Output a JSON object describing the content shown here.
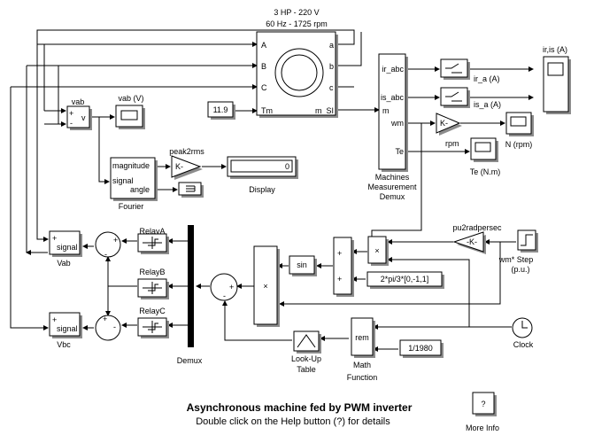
{
  "motor": {
    "line1": "3 HP - 220 V",
    "line2": "60 Hz - 1725 rpm",
    "port_a_in": "A",
    "port_b_in": "B",
    "port_c_in": "C",
    "port_tm": "Tm",
    "port_a_out": "a",
    "port_b_out": "b",
    "port_c_out": "c",
    "port_msi": "m_SI"
  },
  "torque_const": "11.9",
  "vab_block": {
    "title": "vab",
    "v_label": "v",
    "plus": "+",
    "minus": "-"
  },
  "vab_scope": {
    "title": "vab (V)"
  },
  "fourier": {
    "in_magnitude": "magnitude",
    "in_signal": "signal",
    "in_angle": "angle",
    "label": "Fourier"
  },
  "peak2rms": {
    "title": "peak2rms",
    "gain": "K-"
  },
  "display": {
    "value": "0",
    "label": "Display"
  },
  "measurement": {
    "port_m": "m",
    "out_ir": "ir_abc",
    "out_is": "is_abc",
    "out_wm": "wm",
    "out_te": "Te",
    "label_l1": "Machines",
    "label_l2": "Measurement",
    "label_l3": "Demux"
  },
  "ir_a": "ir_a (A)",
  "is_a": "is_a (A)",
  "iris_scope": "ir,is (A)",
  "rpm_gain": {
    "gain": "K-",
    "label": "rpm"
  },
  "n_scope": "N (rpm)",
  "te_scope": "Te (N.m)",
  "vab_sig": {
    "plus": "+",
    "signal": "signal",
    "label": "Vab"
  },
  "vbc_sig": {
    "plus": "+",
    "signal": "signal",
    "label": "Vbc"
  },
  "relays": {
    "a": "RelayA",
    "b": "RelayB",
    "c": "RelayC"
  },
  "demux_label": "Demux",
  "sin_label": "sin",
  "const_phase": "2*pi/3*[0,-1,1]",
  "pu2rad": {
    "title": "pu2radpersec",
    "gain": "-K-"
  },
  "step": {
    "line1": "wm* Step",
    "line2": "(p.u.)"
  },
  "clock": "Clock",
  "const_freq": "1/1980",
  "rem": {
    "text": "rem",
    "label1": "Math",
    "label2": "Function"
  },
  "lookup": {
    "label1": "Look-Up",
    "label2": "Table"
  },
  "product_sym": "×",
  "sum_signs": {
    "plus": "+",
    "minus": "-"
  },
  "footer": {
    "title": "Asynchronous machine fed by PWM inverter",
    "subtitle": "Double click on the Help button (?) for details"
  },
  "help": {
    "symbol": "?",
    "label": "More Info"
  }
}
